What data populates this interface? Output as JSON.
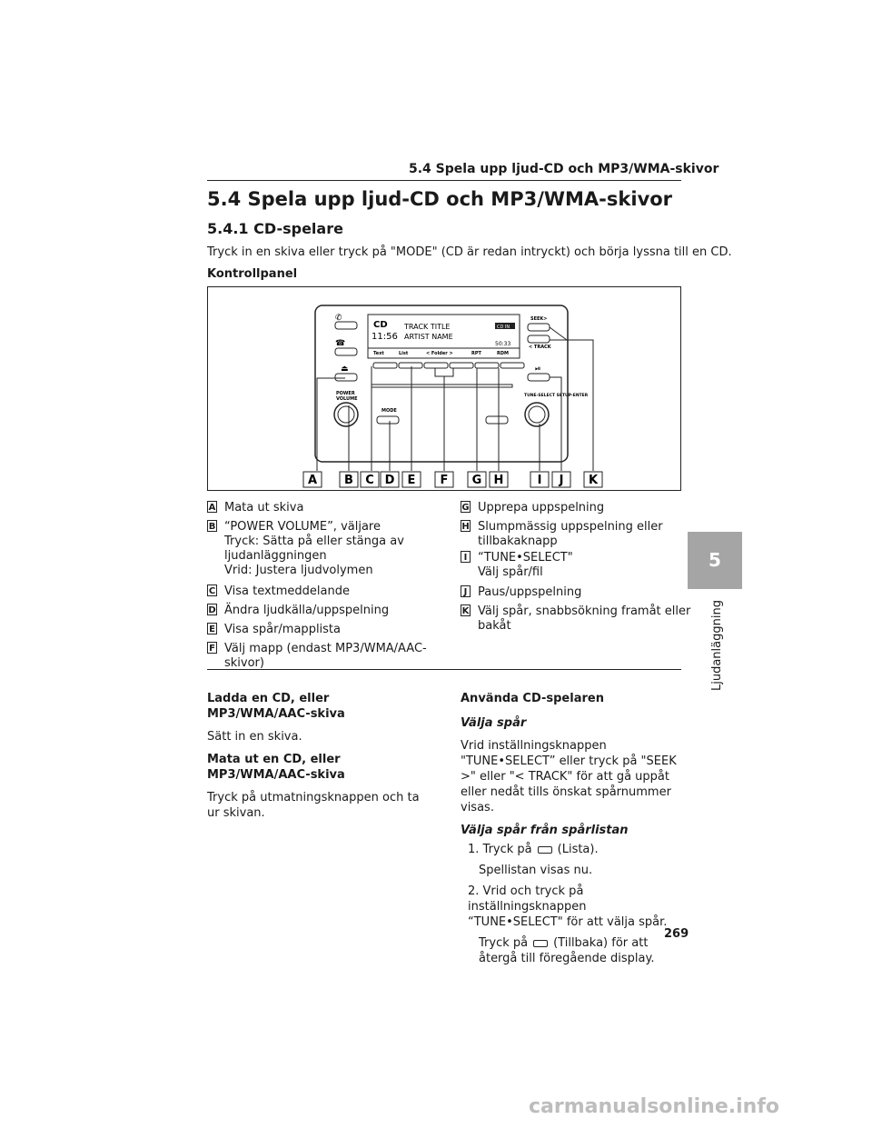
{
  "header": {
    "running_title": "5.4 Spela upp ljud-CD och MP3/WMA-skivor"
  },
  "section": {
    "title": "5.4 Spela upp ljud-CD och MP3/WMA-skivor",
    "subtitle": "5.4.1 CD-spelare",
    "intro": "Tryck in en skiva eller tryck på \"MODE\" (CD är redan intryckt) och börja lyssna till en CD.",
    "panel_heading": "Kontrollpanel"
  },
  "figure": {
    "display": {
      "source": "CD",
      "time": "11:56",
      "track_title": "TRACK TITLE",
      "artist_name": "ARTIST NAME",
      "badge": "CD IN",
      "elapsed": "50:33",
      "soft_buttons": [
        "Text",
        "List",
        "< Folder >",
        "RPT",
        "RDM"
      ]
    },
    "labels": {
      "power_volume": "POWER VOLUME",
      "mode": "MODE",
      "seek": "SEEK>",
      "track": "< TRACK",
      "tune_select": "TUNE-SELECT SETUP-ENTER"
    },
    "callouts": [
      "A",
      "B",
      "C",
      "D",
      "E",
      "F",
      "G",
      "H",
      "I",
      "J",
      "K"
    ]
  },
  "legend_left": [
    {
      "letter": "A",
      "lines": [
        "Mata ut skiva"
      ]
    },
    {
      "letter": "B",
      "lines": [
        "“POWER VOLUME”, väljare",
        "Tryck: Sätta på eller stänga av",
        "ljudanläggningen",
        "Vrid: Justera ljudvolymen"
      ]
    },
    {
      "letter": "C",
      "lines": [
        "Visa textmeddelande"
      ]
    },
    {
      "letter": "D",
      "lines": [
        "Ändra ljudkälla/uppspelning"
      ]
    },
    {
      "letter": "E",
      "lines": [
        "Visa spår/mapplista"
      ]
    },
    {
      "letter": "F",
      "lines": [
        "Välj mapp (endast MP3/WMA/AAC-",
        "skivor)"
      ]
    }
  ],
  "legend_right": [
    {
      "letter": "G",
      "lines": [
        "Upprepa uppspelning"
      ]
    },
    {
      "letter": "H",
      "lines": [
        "Slumpmässig uppspelning eller",
        "tillbakaknapp"
      ]
    },
    {
      "letter": "I",
      "lines": [
        "“TUNE•SELECT\"",
        "Välj spår/fil"
      ]
    },
    {
      "letter": "J",
      "lines": [
        "Paus/uppspelning"
      ]
    },
    {
      "letter": "K",
      "lines": [
        "Välj spår, snabbsökning framåt eller",
        "bakåt"
      ]
    }
  ],
  "left_column": {
    "load_heading": "Ladda en CD, eller MP3/WMA/AAC-skiva",
    "load_text": "Sätt in en skiva.",
    "eject_heading": "Mata ut en CD, eller MP3/WMA/AAC-skiva",
    "eject_text": "Tryck på utmatningsknappen och ta ur skivan."
  },
  "right_column": {
    "heading": "Använda CD-spelaren",
    "sub1": "Välja spår",
    "text1": "Vrid inställningsknappen \"TUNE•SELECT” eller tryck på \"SEEK >\" eller \"< TRACK\" för att gå uppåt eller nedåt tills önskat spårnummer visas.",
    "sub2": "Välja spår från spårlistan",
    "step1_pre": "1. Tryck på",
    "step1_post": "(Lista).",
    "step1_note": "Spellistan visas nu.",
    "step2": "2. Vrid och tryck på inställningsknappen “TUNE•SELECT\" för att välja spår.",
    "step2_pre": "Tryck på",
    "step2_post": "(Tillbaka) för att återgå till föregående display."
  },
  "side_tab": {
    "chapter": "5",
    "title": "Ljudanläggning"
  },
  "page_number": "269",
  "watermark": "carmanualsonline.info"
}
